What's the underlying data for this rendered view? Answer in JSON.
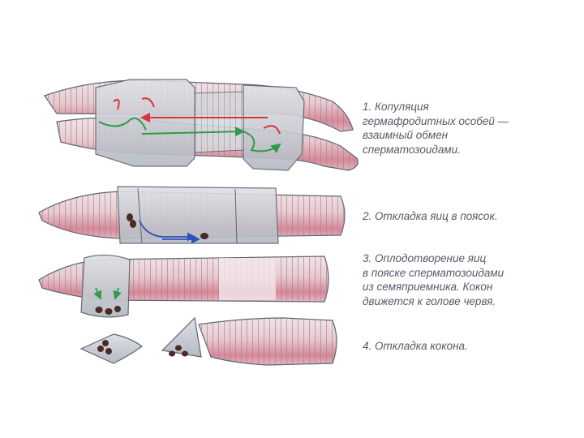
{
  "captions": {
    "step1": "1. Копуляция\nгермафродитных особей —\nвзаимный обмен\nсперматозоидами.",
    "step2": "2. Откладка яиц в поясок.",
    "step3": "3. Оплодотворение яиц\nв пояске сперматозоидами\nиз семяприемника. Кокон\nдвижется к голове червя.",
    "step4": "4. Откладка кокона."
  },
  "colors": {
    "worm_body": "#e8c6cc",
    "worm_pink": "#d98797",
    "clitellum": "#c9ccd3",
    "segment_line": "#8a8f99",
    "outline": "#5f6470",
    "sperm_red": "#d8343a",
    "sperm_green": "#2f9a48",
    "egg_blue": "#2e4fbf",
    "egg_brown": "#4a2a22"
  }
}
